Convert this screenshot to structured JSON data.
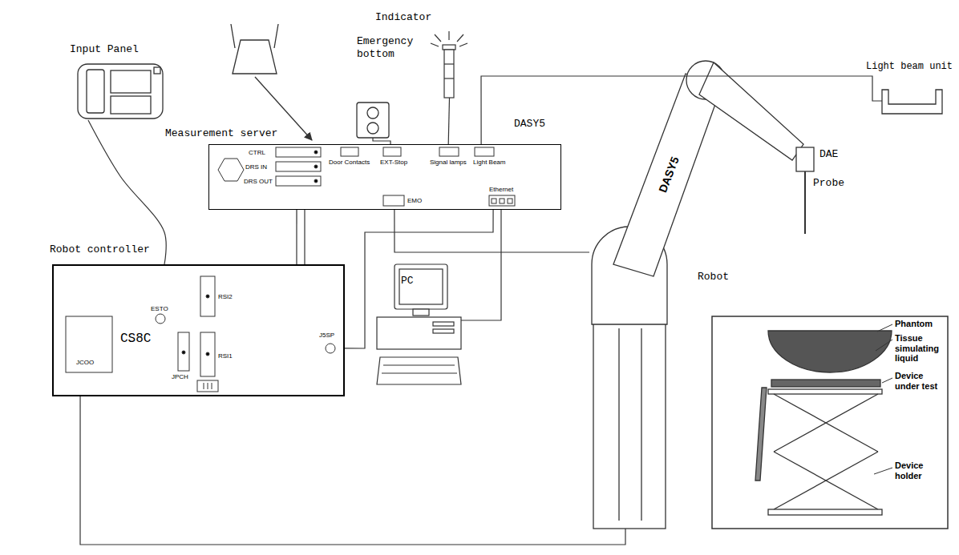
{
  "diagram": {
    "nodes": [
      {
        "text": [
          "Input Panel"
        ]
      },
      {
        "text": [
          "Emergency bottom"
        ]
      },
      {
        "text": [
          "Indicator"
        ]
      },
      {
        "text": [
          "Light beam unit"
        ]
      },
      {
        "text": [
          "Measurement server",
          "DASY5"
        ]
      },
      {
        "text": [
          "Robot controller",
          "CS8C"
        ]
      },
      {
        "text": [
          "PC"
        ]
      },
      {
        "text": [
          "Robot"
        ]
      }
    ],
    "edges": [
      {
        "from": 0,
        "to": 5,
        "arrow": "none"
      },
      {
        "from": 1,
        "to": 4,
        "arrow": "none"
      },
      {
        "from": 2,
        "to": 4,
        "arrow": "none"
      },
      {
        "from": 3,
        "to": 4,
        "arrow": "none"
      },
      {
        "from": 4,
        "to": 5,
        "arrow": "none"
      },
      {
        "from": 4,
        "to": 5,
        "arrow": "none"
      },
      {
        "from": 4,
        "to": 5,
        "arrow": "none"
      },
      {
        "from": 4,
        "to": 6,
        "arrow": "none"
      },
      {
        "from": 4,
        "to": 7,
        "arrow": "none"
      },
      {
        "from": 5,
        "to": 7,
        "arrow": "none"
      }
    ],
    "labels": [
      "CTRL",
      "DRS IN",
      "DRS OUT",
      "Door Contacts",
      "EXT-Stop",
      "Signal lamps",
      "Light Beam",
      "EMO",
      "Ethernet",
      "ESTO",
      "RSI2",
      "JPCH",
      "RSI1",
      "J5SP",
      "JCOO",
      "DASY5",
      "DAE",
      "Probe",
      "Phantom",
      "Tissue simulating liquid",
      "Device under test",
      "Device holder"
    ]
  }
}
